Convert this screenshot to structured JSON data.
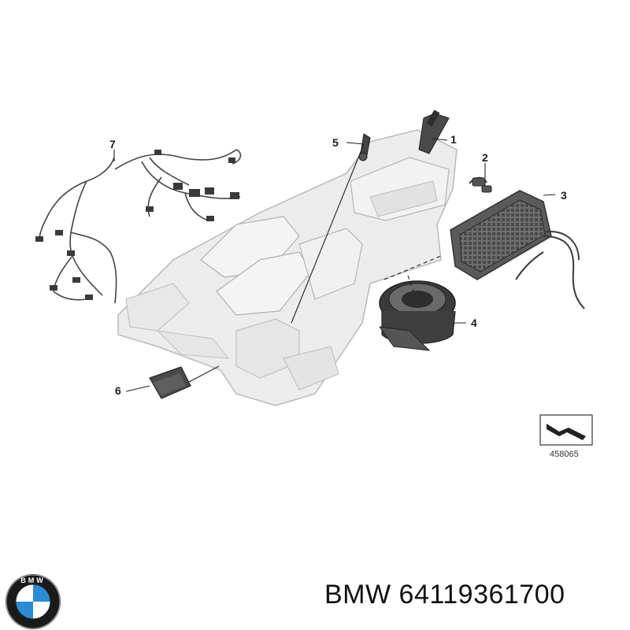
{
  "diagram": {
    "callouts": [
      {
        "id": "1",
        "label": "1"
      },
      {
        "id": "2",
        "label": "2"
      },
      {
        "id": "3",
        "label": "3"
      },
      {
        "id": "4",
        "label": "4"
      },
      {
        "id": "5",
        "label": "5"
      },
      {
        "id": "6",
        "label": "6"
      },
      {
        "id": "7",
        "label": "7"
      }
    ],
    "reference_number": "458065"
  },
  "caption": {
    "brand": "BMW",
    "part_number": "64119361700"
  },
  "logo": {
    "text": "BMW",
    "colors": {
      "ring": "#1a1a1a",
      "blue": "#2a8bd6",
      "white": "#ffffff"
    }
  },
  "colors": {
    "housing_fill": "#ececec",
    "housing_stroke": "#b9b9b9",
    "part_dark": "#3a3a3a",
    "leader": "#222222"
  }
}
